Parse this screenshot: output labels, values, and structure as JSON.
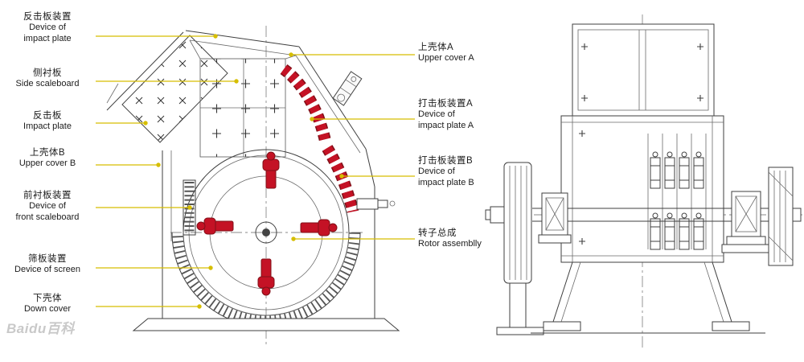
{
  "colors": {
    "accent_red": "#c41225",
    "leader_yellow": "#d6be00",
    "line_gray": "#3f3f3f",
    "watermark_gray": "#c9c9c9"
  },
  "watermark": "Baidu百科",
  "diagram": {
    "left_labels": [
      {
        "zh": "反击板装置",
        "en": [
          "Device of",
          "impact plate"
        ]
      },
      {
        "zh": "侧衬板",
        "en": [
          "Side scaleboard"
        ]
      },
      {
        "zh": "反击板",
        "en": [
          "Impact plate"
        ]
      },
      {
        "zh": "上壳体B",
        "en": [
          "Upper cover B"
        ]
      },
      {
        "zh": "前衬板装置",
        "en": [
          "Device of",
          "front scaleboard"
        ]
      },
      {
        "zh": "筛板装置",
        "en": [
          "Device of screen"
        ]
      },
      {
        "zh": "下壳体",
        "en": [
          "Down cover"
        ]
      }
    ],
    "right_labels": [
      {
        "zh": "上壳体A",
        "en": [
          "Upper cover A"
        ]
      },
      {
        "zh": "打击板装置A",
        "en": [
          "Device of",
          "impact plate A"
        ]
      },
      {
        "zh": "打击板装置B",
        "en": [
          "Device of",
          "impact plate B"
        ]
      },
      {
        "zh": "转子总成",
        "en": [
          "Rotor assemblly"
        ]
      }
    ]
  }
}
